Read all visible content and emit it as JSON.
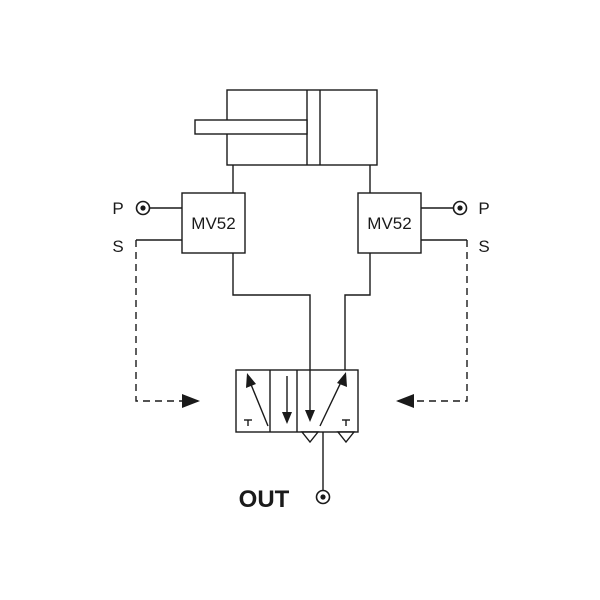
{
  "diagram": {
    "valve_left_label": "MV52",
    "valve_right_label": "MV52",
    "port_p_left": "P",
    "port_s_left": "S",
    "port_p_right": "P",
    "port_s_right": "S",
    "out_label": "OUT"
  },
  "colors": {
    "line": "#1a1a1a",
    "background": "#ffffff"
  }
}
